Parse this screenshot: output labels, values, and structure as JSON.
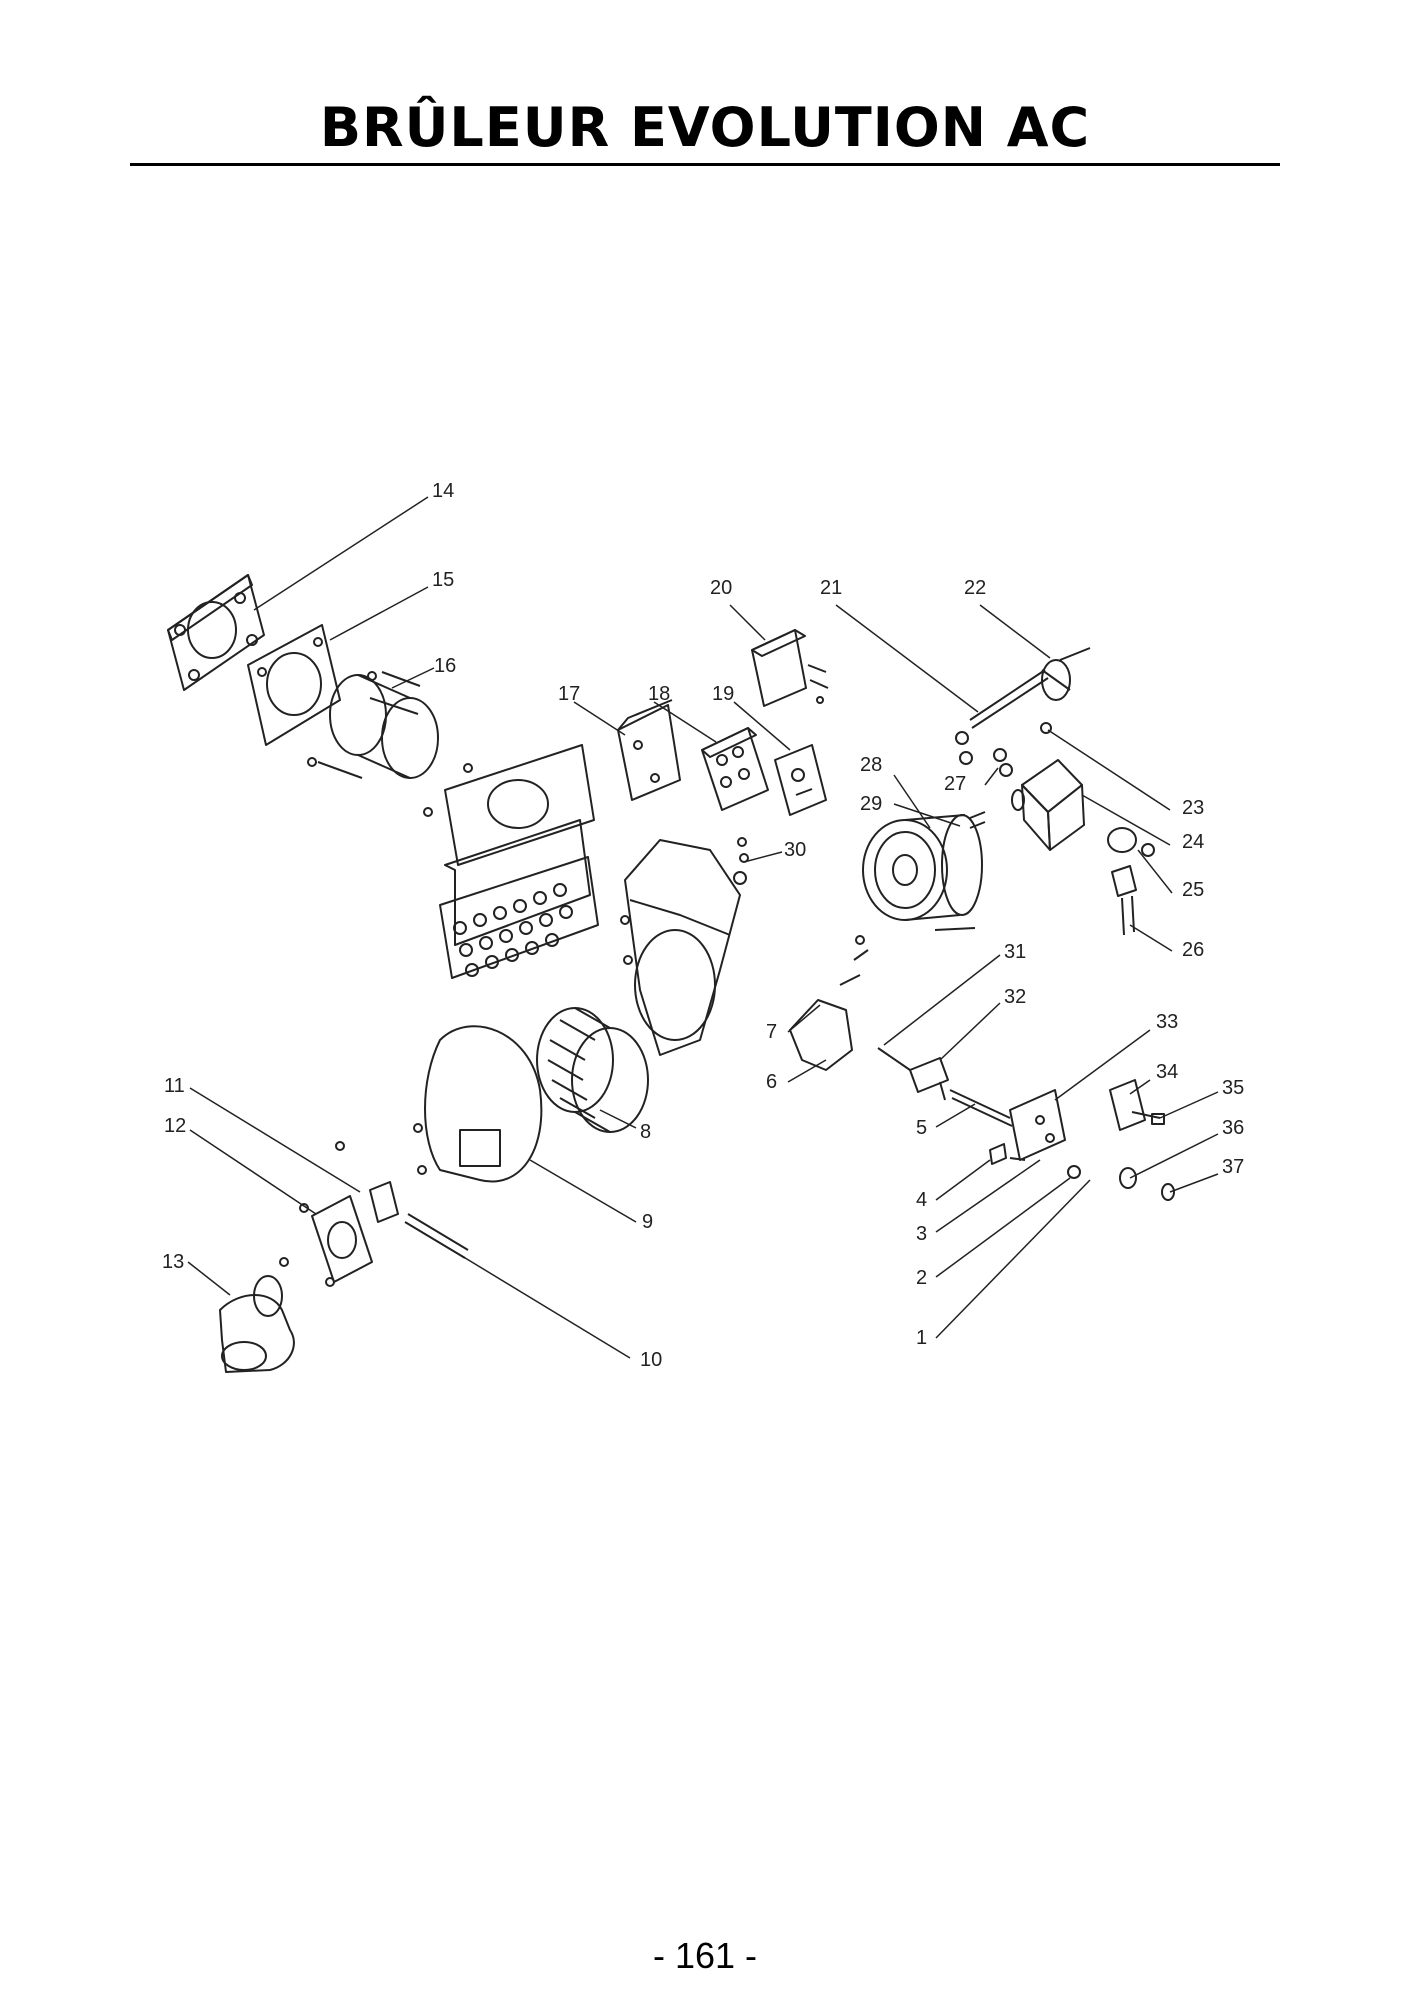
{
  "title": "BRÛLEUR EVOLUTION AC",
  "page_number": "-  161  -",
  "diagram": {
    "callouts": [
      {
        "id": "14",
        "label": "14"
      },
      {
        "id": "15",
        "label": "15"
      },
      {
        "id": "16",
        "label": "16"
      },
      {
        "id": "17",
        "label": "17"
      },
      {
        "id": "18",
        "label": "18"
      },
      {
        "id": "19",
        "label": "19"
      },
      {
        "id": "20",
        "label": "20"
      },
      {
        "id": "21",
        "label": "21"
      },
      {
        "id": "22",
        "label": "22"
      },
      {
        "id": "23",
        "label": "23"
      },
      {
        "id": "24",
        "label": "24"
      },
      {
        "id": "25",
        "label": "25"
      },
      {
        "id": "26",
        "label": "26"
      },
      {
        "id": "27",
        "label": "27"
      },
      {
        "id": "28",
        "label": "28"
      },
      {
        "id": "29",
        "label": "29"
      },
      {
        "id": "30",
        "label": "30"
      },
      {
        "id": "31",
        "label": "31"
      },
      {
        "id": "32",
        "label": "32"
      },
      {
        "id": "33",
        "label": "33"
      },
      {
        "id": "34",
        "label": "34"
      },
      {
        "id": "35",
        "label": "35"
      },
      {
        "id": "36",
        "label": "36"
      },
      {
        "id": "37",
        "label": "37"
      },
      {
        "id": "7",
        "label": "7"
      },
      {
        "id": "6",
        "label": "6"
      },
      {
        "id": "8",
        "label": "8"
      },
      {
        "id": "5",
        "label": "5"
      },
      {
        "id": "4",
        "label": "4"
      },
      {
        "id": "3",
        "label": "3"
      },
      {
        "id": "2",
        "label": "2"
      },
      {
        "id": "1",
        "label": "1"
      },
      {
        "id": "11",
        "label": "11"
      },
      {
        "id": "12",
        "label": "12"
      },
      {
        "id": "13",
        "label": "13"
      },
      {
        "id": "9",
        "label": "9"
      },
      {
        "id": "10",
        "label": "10"
      }
    ]
  }
}
